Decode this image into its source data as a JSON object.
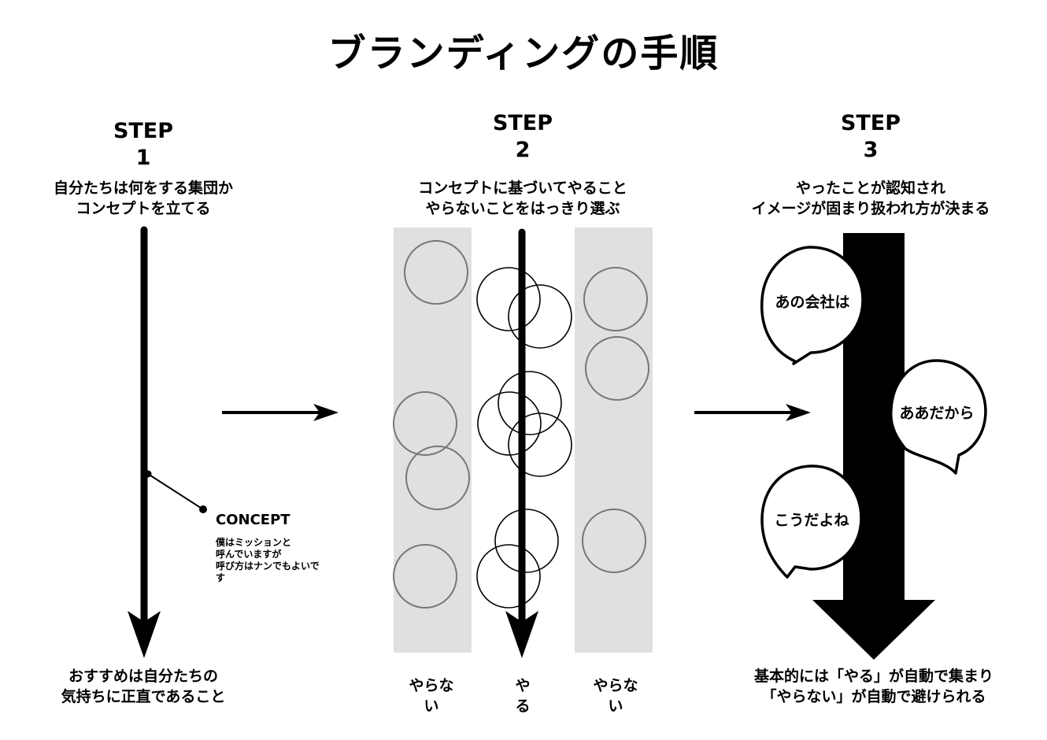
{
  "title": "ブランディングの手順",
  "steps": [
    {
      "label": "STEP",
      "number": "1",
      "desc_lines": [
        "自分たちは何をする集団か",
        "コンセプトを立てる"
      ]
    },
    {
      "label": "STEP",
      "number": "2",
      "desc_lines": [
        "コンセプトに基づいてやること",
        "やらないことをはっきり選ぶ"
      ]
    },
    {
      "label": "STEP",
      "number": "3",
      "desc_lines": [
        "やったことが認知され",
        "イメージが固まり扱われ方が決まる"
      ]
    }
  ],
  "step1": {
    "concept_title": "CONCEPT",
    "concept_lines": [
      "僕はミッションと",
      "呼んでいますが",
      "呼び方はナンでもよいで",
      "す"
    ],
    "bottom_lines": [
      "おすすめは自分たちの",
      "気持ちに正直であること"
    ]
  },
  "step2": {
    "left_label_lines": [
      "やらな",
      "い"
    ],
    "center_label_lines": [
      "や",
      "る"
    ],
    "right_label_lines": [
      "やらな",
      "い"
    ]
  },
  "step3": {
    "bubbles": [
      "あの会社は",
      "ああだから",
      "こうだよね"
    ],
    "bottom_lines": [
      "基本的には「やる」が自動で集まり",
      "「やらない」が自動で避けられる"
    ]
  },
  "colors": {
    "gray_column": "#e0e0e0",
    "circle_stroke_gray": "#777777",
    "ink": "#000000"
  }
}
